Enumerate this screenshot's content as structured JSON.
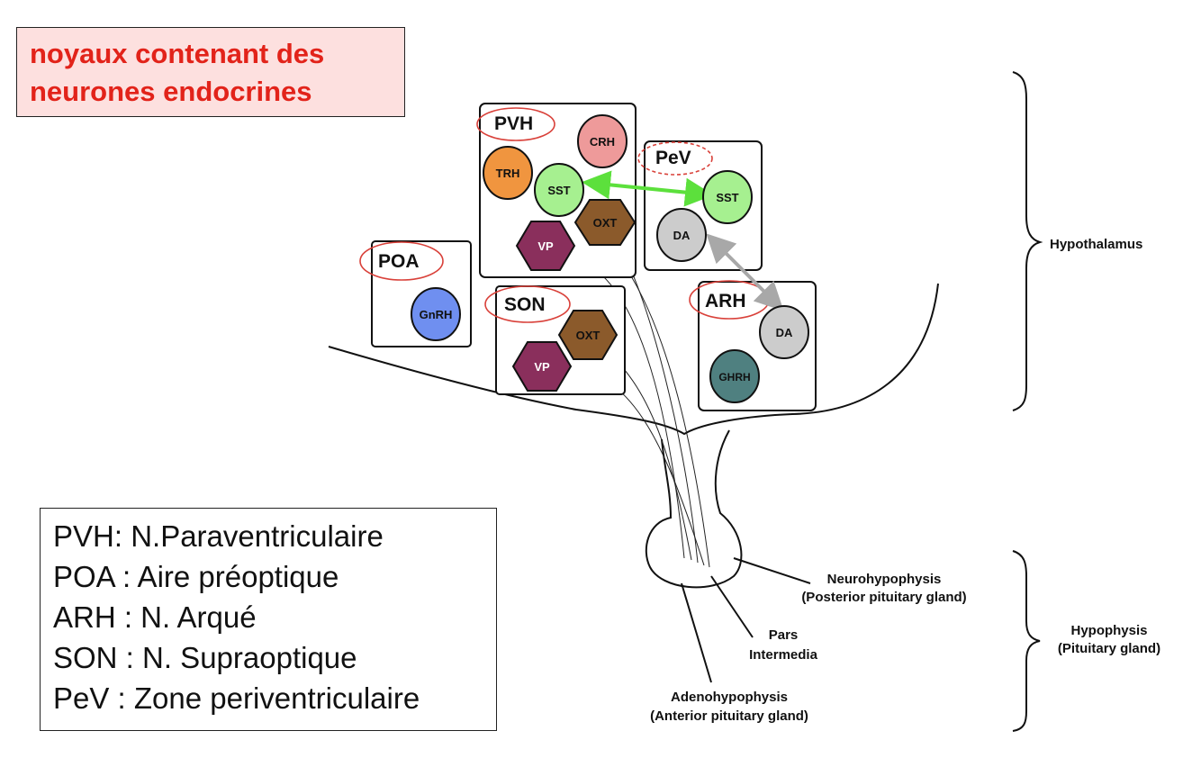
{
  "title": {
    "line1": "noyaux contenant des",
    "line2": "neurones endocrines"
  },
  "legend": [
    "PVH: N.Paraventriculaire",
    "POA : Aire préoptique",
    "ARH : N. Arqué",
    "SON : N. Supraoptique",
    "PeV : Zone periventriculaire"
  ],
  "nuclei": {
    "pvh": "PVH",
    "pev": "PeV",
    "poa": "POA",
    "son": "SON",
    "arh": "ARH"
  },
  "neurons": {
    "pvh_crh": "CRH",
    "pvh_trh": "TRH",
    "pvh_sst": "SST",
    "pvh_oxt": "OXT",
    "pvh_vp": "VP",
    "pev_sst": "SST",
    "pev_da": "DA",
    "poa_gnrh": "GnRH",
    "son_oxt": "OXT",
    "son_vp": "VP",
    "arh_da": "DA",
    "arh_ghrh": "GHRH"
  },
  "regions": {
    "hypothalamus": "Hypothalamus",
    "hypophysis_line1": "Hypophysis",
    "hypophysis_line2": "(Pituitary gland)"
  },
  "pituitary_parts": {
    "neuro_line1": "Neurohypophysis",
    "neuro_line2": "(Posterior pituitary gland)",
    "pars_line1": "Pars",
    "pars_line2": "Intermedia",
    "adeno_line1": "Adenohypophysis",
    "adeno_line2": "(Anterior pituitary gland)"
  },
  "colors": {
    "title_red": "#e2231a",
    "title_bg": "#fde0df",
    "crh": "#ee9a9a",
    "trh": "#f0953f",
    "sst": "#a6f090",
    "oxt": "#8b5a2b",
    "vp": "#8a2f5c",
    "da": "#cccccc",
    "gnrh": "#6f8ff0",
    "ghrh": "#4f8080",
    "green_arrow": "#5ce03c",
    "grey_arrow": "#a8a8a8",
    "circle_outline": "#d9413a"
  }
}
